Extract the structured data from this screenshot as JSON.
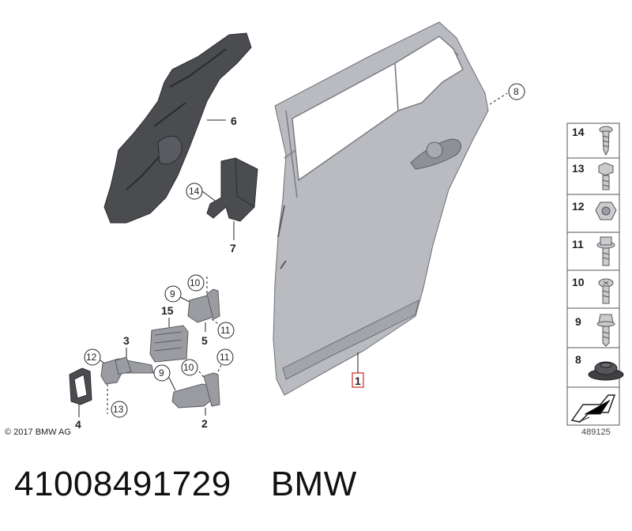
{
  "callouts": {
    "p1": "1",
    "p2": "2",
    "p3": "3",
    "p4": "4",
    "p5": "5",
    "p6": "6",
    "p7": "7",
    "p8": "8",
    "p9a": "9",
    "p9b": "9",
    "p10a": "10",
    "p10b": "10",
    "p11a": "11",
    "p11b": "11",
    "p12": "12",
    "p13": "13",
    "p14": "14",
    "p15": "15"
  },
  "sidebar": {
    "items": [
      {
        "label": "14",
        "icon": "screw-icon"
      },
      {
        "label": "13",
        "icon": "hex-bolt-icon"
      },
      {
        "label": "12",
        "icon": "hex-nut-icon"
      },
      {
        "label": "11",
        "icon": "flange-bolt-icon"
      },
      {
        "label": "10",
        "icon": "torx-screw-icon"
      },
      {
        "label": "9",
        "icon": "hex-bolt-washer-icon"
      },
      {
        "label": "8",
        "icon": "grommet-icon"
      },
      {
        "label": "",
        "icon": "arrow-icon"
      }
    ]
  },
  "diagram_number": "489125",
  "copyright": "© 2017 BMW AG",
  "footer": {
    "part_number": "41008491729",
    "brand": "BMW"
  },
  "colors": {
    "door_panel": "#b9bbc0",
    "dark_part": "#4b4c50",
    "highlight_box": "#d9534f"
  }
}
